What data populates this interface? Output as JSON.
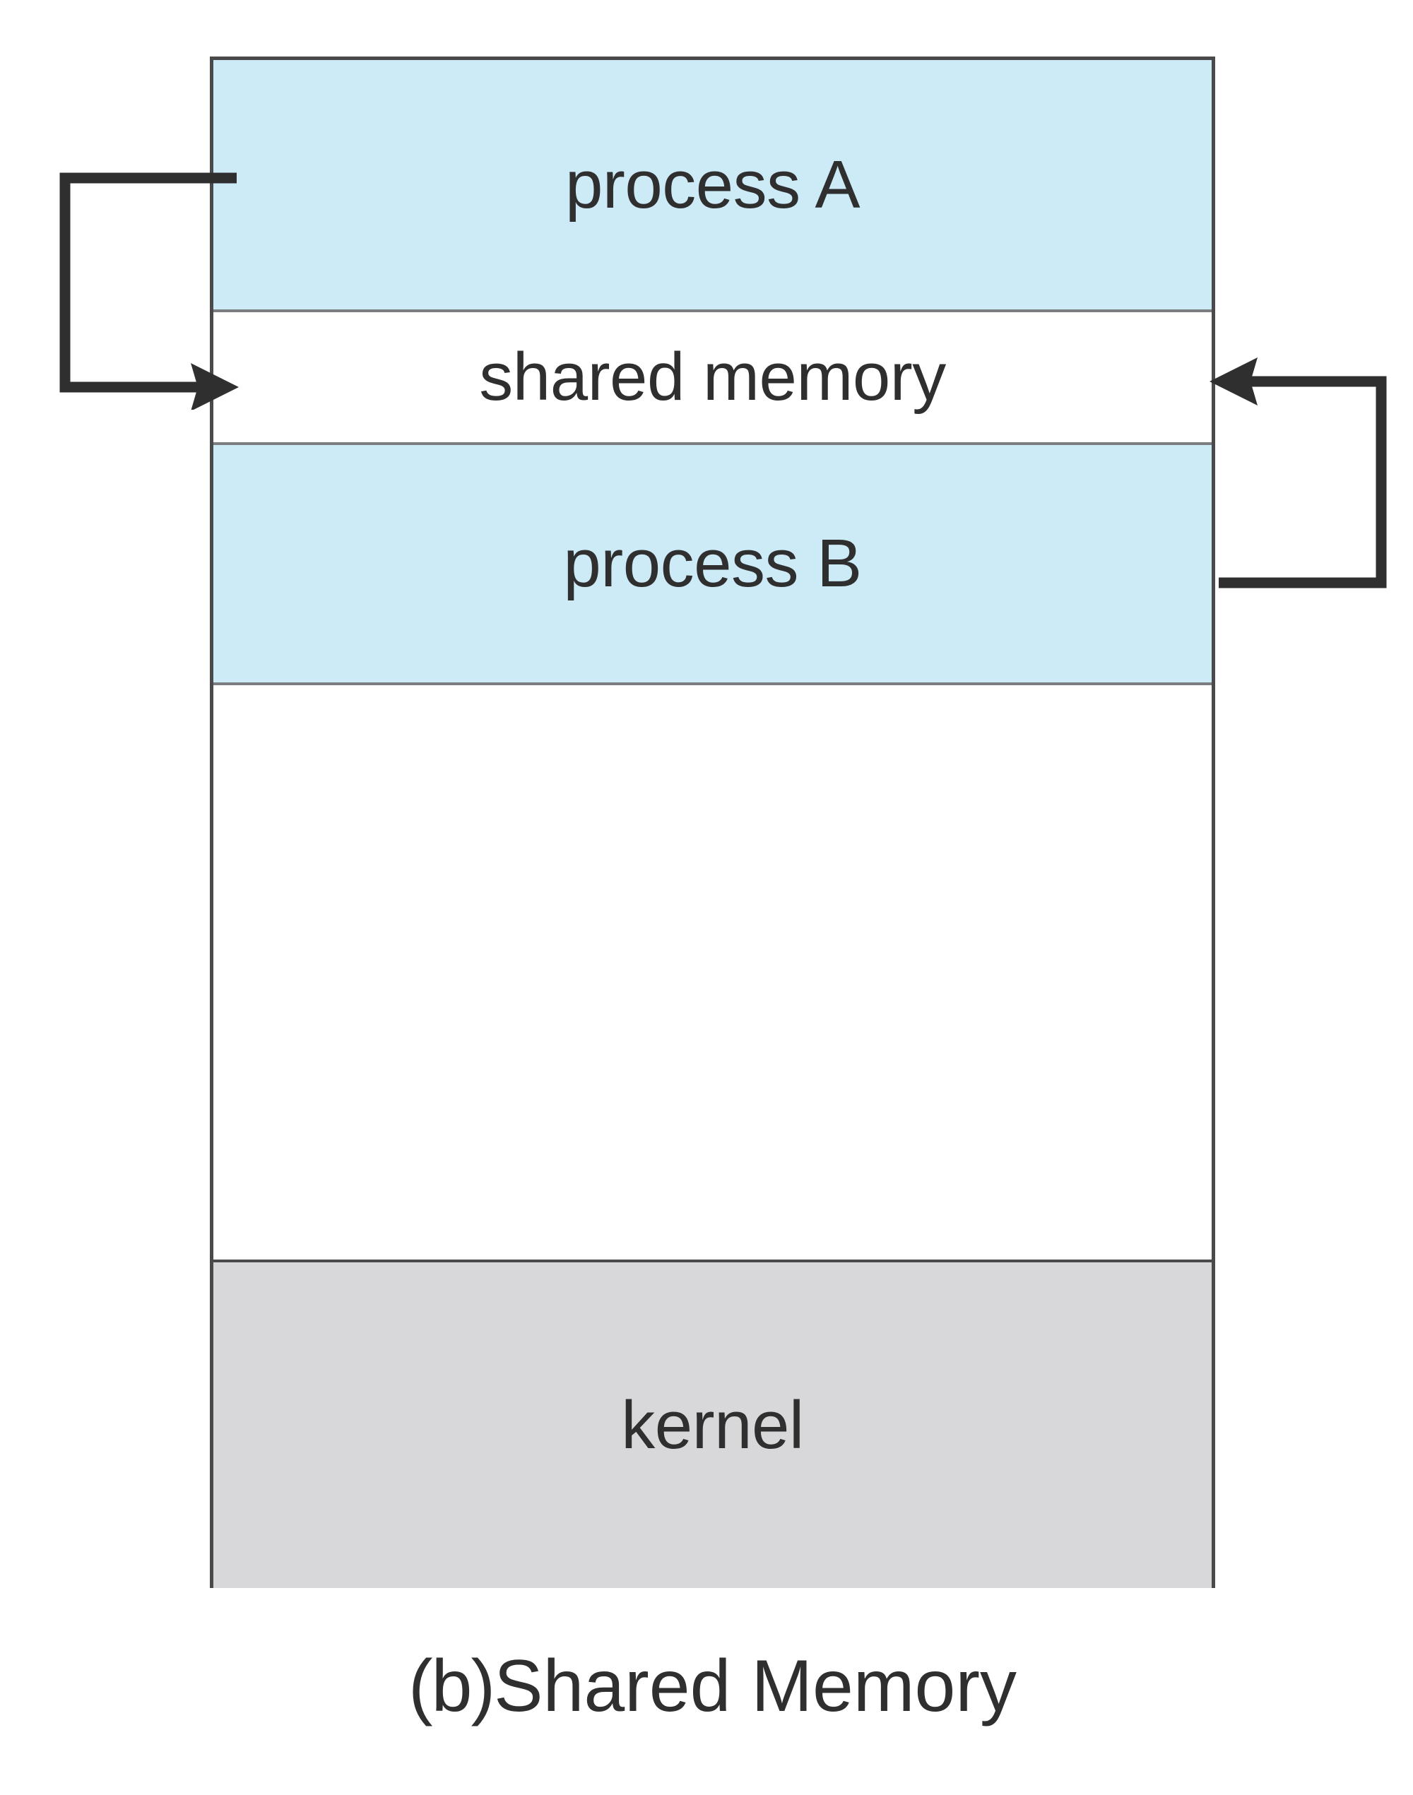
{
  "figure": {
    "caption_index": "(b)",
    "caption_text": "Shared Memory",
    "caption_full": "(b) Shared Memory"
  },
  "memory": {
    "regions": [
      {
        "id": "process-a",
        "label": "process A",
        "fill": "#cdeaf7",
        "kind": "process"
      },
      {
        "id": "shared-memory",
        "label": "shared memory",
        "fill": "#ffffff",
        "kind": "shared"
      },
      {
        "id": "process-b",
        "label": "process B",
        "fill": "#cdeaf7",
        "kind": "process"
      },
      {
        "id": "free",
        "label": "",
        "fill": "#ffffff",
        "kind": "free"
      },
      {
        "id": "kernel",
        "label": "kernel",
        "fill": "#d8d8da",
        "kind": "kernel"
      }
    ]
  },
  "connectors": [
    {
      "id": "process-a-to-shared-memory",
      "from": "process A",
      "to": "shared memory",
      "side": "left",
      "direction": "right",
      "arrowhead": "to-shared-memory"
    },
    {
      "id": "process-b-to-shared-memory",
      "from": "process B",
      "to": "shared memory",
      "side": "right",
      "direction": "left",
      "arrowhead": "to-shared-memory"
    }
  ],
  "colors": {
    "process_fill": "#cdeaf7",
    "kernel_fill": "#d8d8da",
    "shared_fill": "#ffffff",
    "outer_border": "#4a4a4a",
    "inner_border": "#7b7d80",
    "text": "#2f2f2f",
    "connector_stroke": "#2f2f2f"
  }
}
